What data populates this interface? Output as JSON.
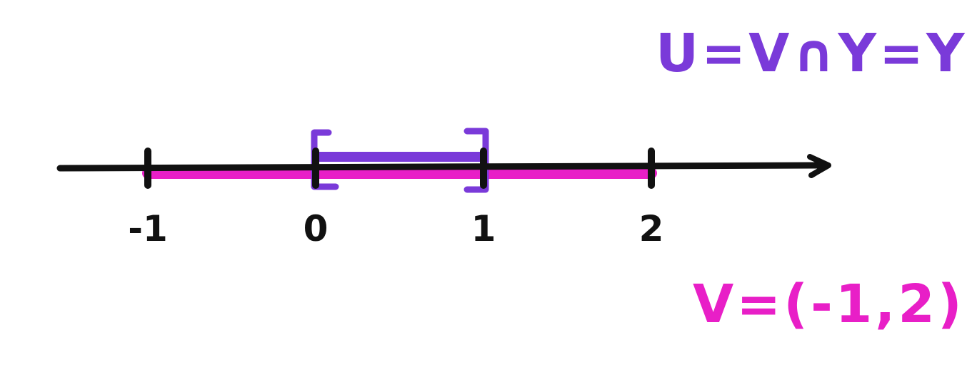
{
  "number_line": {
    "ticks": [
      {
        "value": -1,
        "label": "-1"
      },
      {
        "value": 0,
        "label": "0"
      },
      {
        "value": 1,
        "label": "1"
      },
      {
        "value": 2,
        "label": "2"
      }
    ]
  },
  "set_V": {
    "label": "V=(-1,2)",
    "interval": [
      -1,
      2
    ],
    "color": "#e81fc7"
  },
  "set_Y": {
    "interval": [
      0,
      1
    ],
    "closed": true,
    "color": "#7a3ad9"
  },
  "set_U": {
    "label": "U=V∩Y=Y",
    "color": "#7a3ad9"
  },
  "axis_color": "#111111"
}
